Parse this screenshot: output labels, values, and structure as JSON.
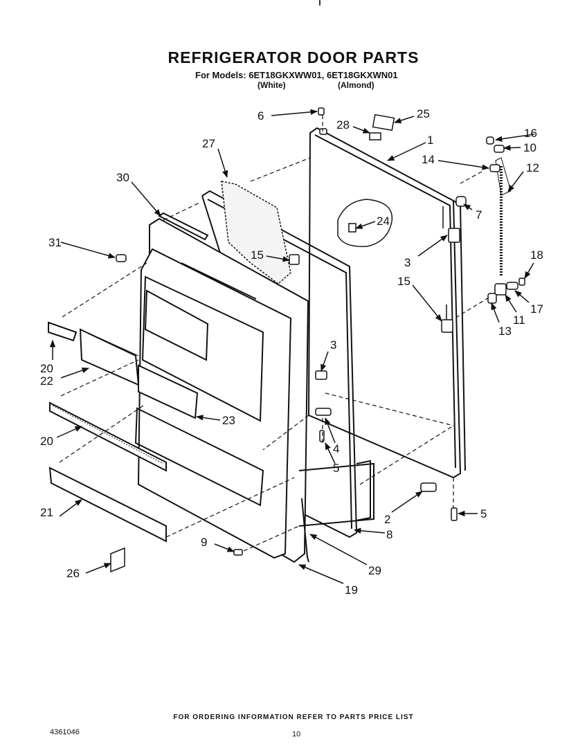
{
  "header": {
    "title": "REFRIGERATOR DOOR PARTS",
    "models": "For Models: 6ET18GKXWW01, 6ET18GKXWN01",
    "color_left": "(White)",
    "color_right": "(Almond)"
  },
  "callouts": {
    "c1": "1",
    "c2": "2",
    "c3a": "3",
    "c3b": "3",
    "c4": "4",
    "c5a": "5",
    "c5b": "5",
    "c6": "6",
    "c7": "7",
    "c8": "8",
    "c9": "9",
    "c10": "10",
    "c11": "11",
    "c12": "12",
    "c13": "13",
    "c14": "14",
    "c15a": "15",
    "c15b": "15",
    "c16": "16",
    "c17": "17",
    "c18": "18",
    "c19": "19",
    "c20a": "20",
    "c20b": "20",
    "c21": "21",
    "c22": "22",
    "c23": "23",
    "c24": "24",
    "c25": "25",
    "c26": "26",
    "c27": "27",
    "c28": "28",
    "c29": "29",
    "c30": "30",
    "c31": "31"
  },
  "footer": {
    "ordering_note": "FOR ORDERING INFORMATION REFER TO PARTS PRICE LIST",
    "document_number": "4361046",
    "page_number": "10"
  }
}
